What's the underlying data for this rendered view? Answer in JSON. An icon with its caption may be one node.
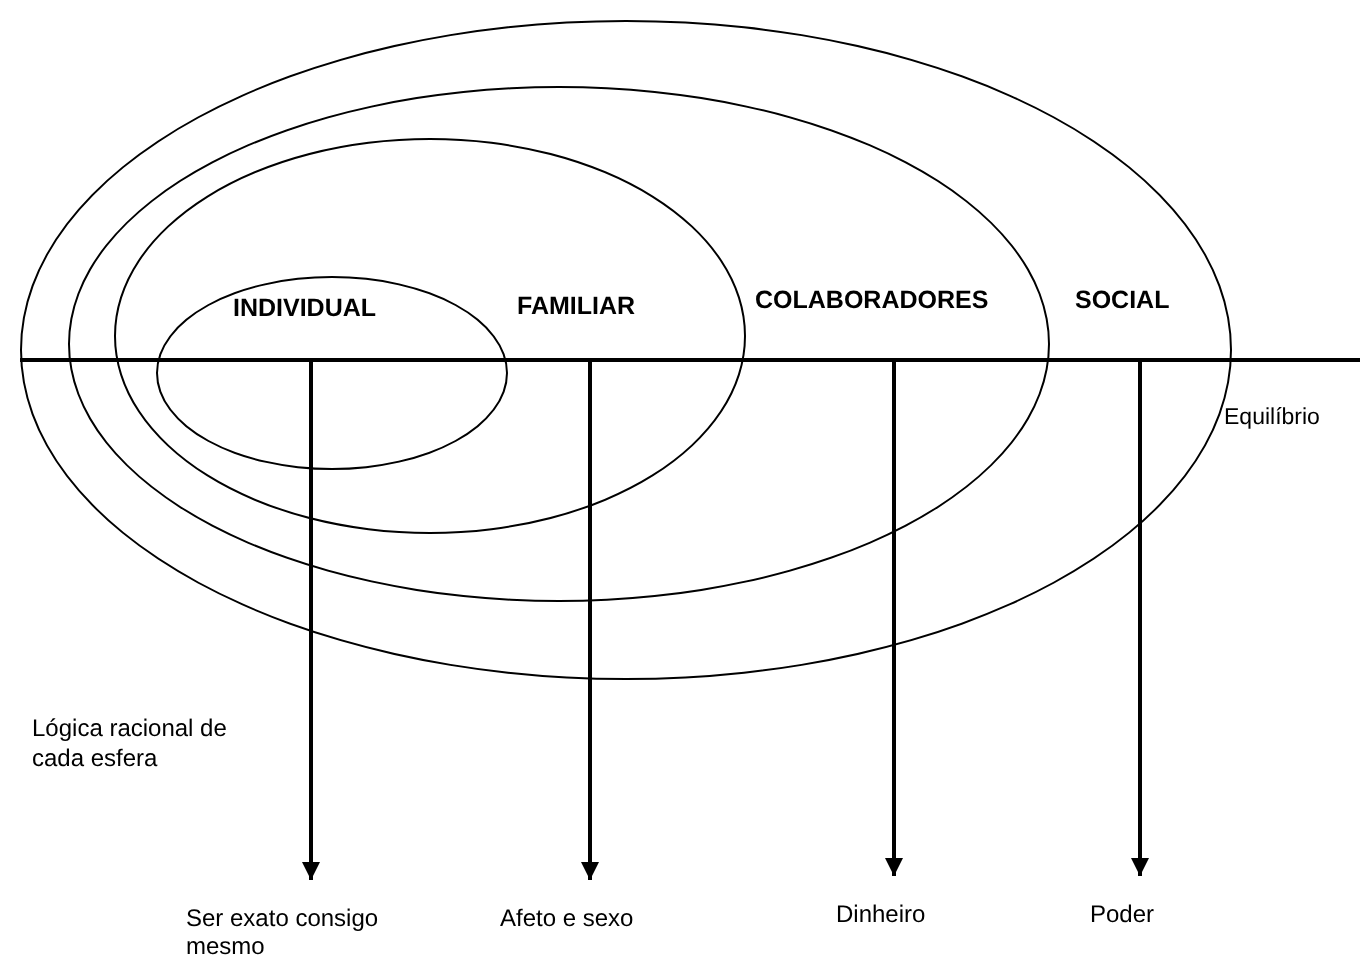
{
  "diagram": {
    "nodes": [
      {
        "text": [
          "SOCIAL"
        ]
      },
      {
        "text": [
          "COLABORADORES"
        ],
        "in": 0
      },
      {
        "text": [
          "FAMILIAR"
        ],
        "in": 1
      },
      {
        "text": [
          "INDIVIDUAL"
        ],
        "in": 2
      },
      {
        "text": [
          "Ser exato consigo mesmo"
        ]
      },
      {
        "text": [
          "Afeto e sexo"
        ]
      },
      {
        "text": [
          "Dinheiro"
        ]
      },
      {
        "text": [
          "Poder"
        ]
      }
    ],
    "edges": [
      {
        "from": 3,
        "to": 4,
        "arrow": "to"
      },
      {
        "from": null,
        "to": 5,
        "arrow": "to"
      },
      {
        "from": null,
        "to": 6,
        "arrow": "to"
      },
      {
        "from": 0,
        "to": 7,
        "arrow": "to"
      }
    ],
    "labels": [
      "Equilíbrio",
      "Lógica racional de cada esfera"
    ]
  }
}
